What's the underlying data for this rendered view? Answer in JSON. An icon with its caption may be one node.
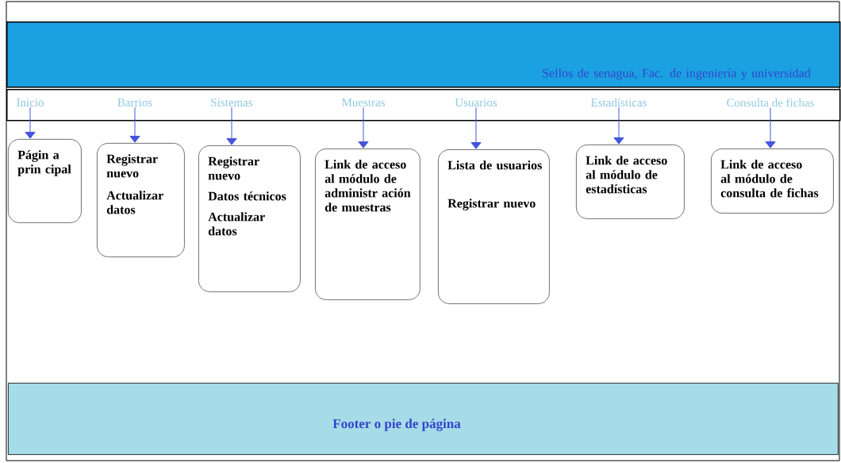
{
  "diagram": {
    "nodes": [
      {
        "text": [
          "Sellos de senagua, Fac. de ingeniería y universidad"
        ]
      },
      {
        "text": [],
        "shape": "bar"
      },
      {
        "text": [
          "Inicio"
        ],
        "in": 1
      },
      {
        "text": [
          "Barrios"
        ],
        "in": 1
      },
      {
        "text": [
          "Sistemas"
        ],
        "in": 1
      },
      {
        "text": [
          "Muestras"
        ],
        "in": 1
      },
      {
        "text": [
          "Usuarios"
        ],
        "in": 1
      },
      {
        "text": [
          "Estadísticas"
        ],
        "in": 1
      },
      {
        "text": [
          "Consulta de fichas"
        ],
        "in": 1
      },
      {
        "text": [
          "Págin a prin cipal"
        ]
      },
      {
        "text": [
          "Registrar nuevo",
          "Actualizar datos"
        ]
      },
      {
        "text": [
          "Registrar nuevo",
          "Datos técnicos",
          "Actualizar datos"
        ]
      },
      {
        "text": [
          "Link de acceso al módulo de administr ación de muestras"
        ]
      },
      {
        "text": [
          "Lista de usuarios",
          "Registrar nuevo"
        ]
      },
      {
        "text": [
          "Link de acceso al módulo de estadísticas"
        ]
      },
      {
        "text": [
          "Link de acceso al módulo de consulta de fichas"
        ]
      },
      {
        "text": [
          "Footer o pie de página"
        ]
      }
    ],
    "edges": [
      {
        "from": 2,
        "to": 9,
        "arrow": "to"
      },
      {
        "from": 3,
        "to": 10,
        "arrow": "to"
      },
      {
        "from": 4,
        "to": 11,
        "arrow": "to"
      },
      {
        "from": 5,
        "to": 12,
        "arrow": "to"
      },
      {
        "from": 6,
        "to": 13,
        "arrow": "to"
      },
      {
        "from": 7,
        "to": 14,
        "arrow": "to"
      },
      {
        "from": 8,
        "to": 15,
        "arrow": "to"
      }
    ]
  }
}
